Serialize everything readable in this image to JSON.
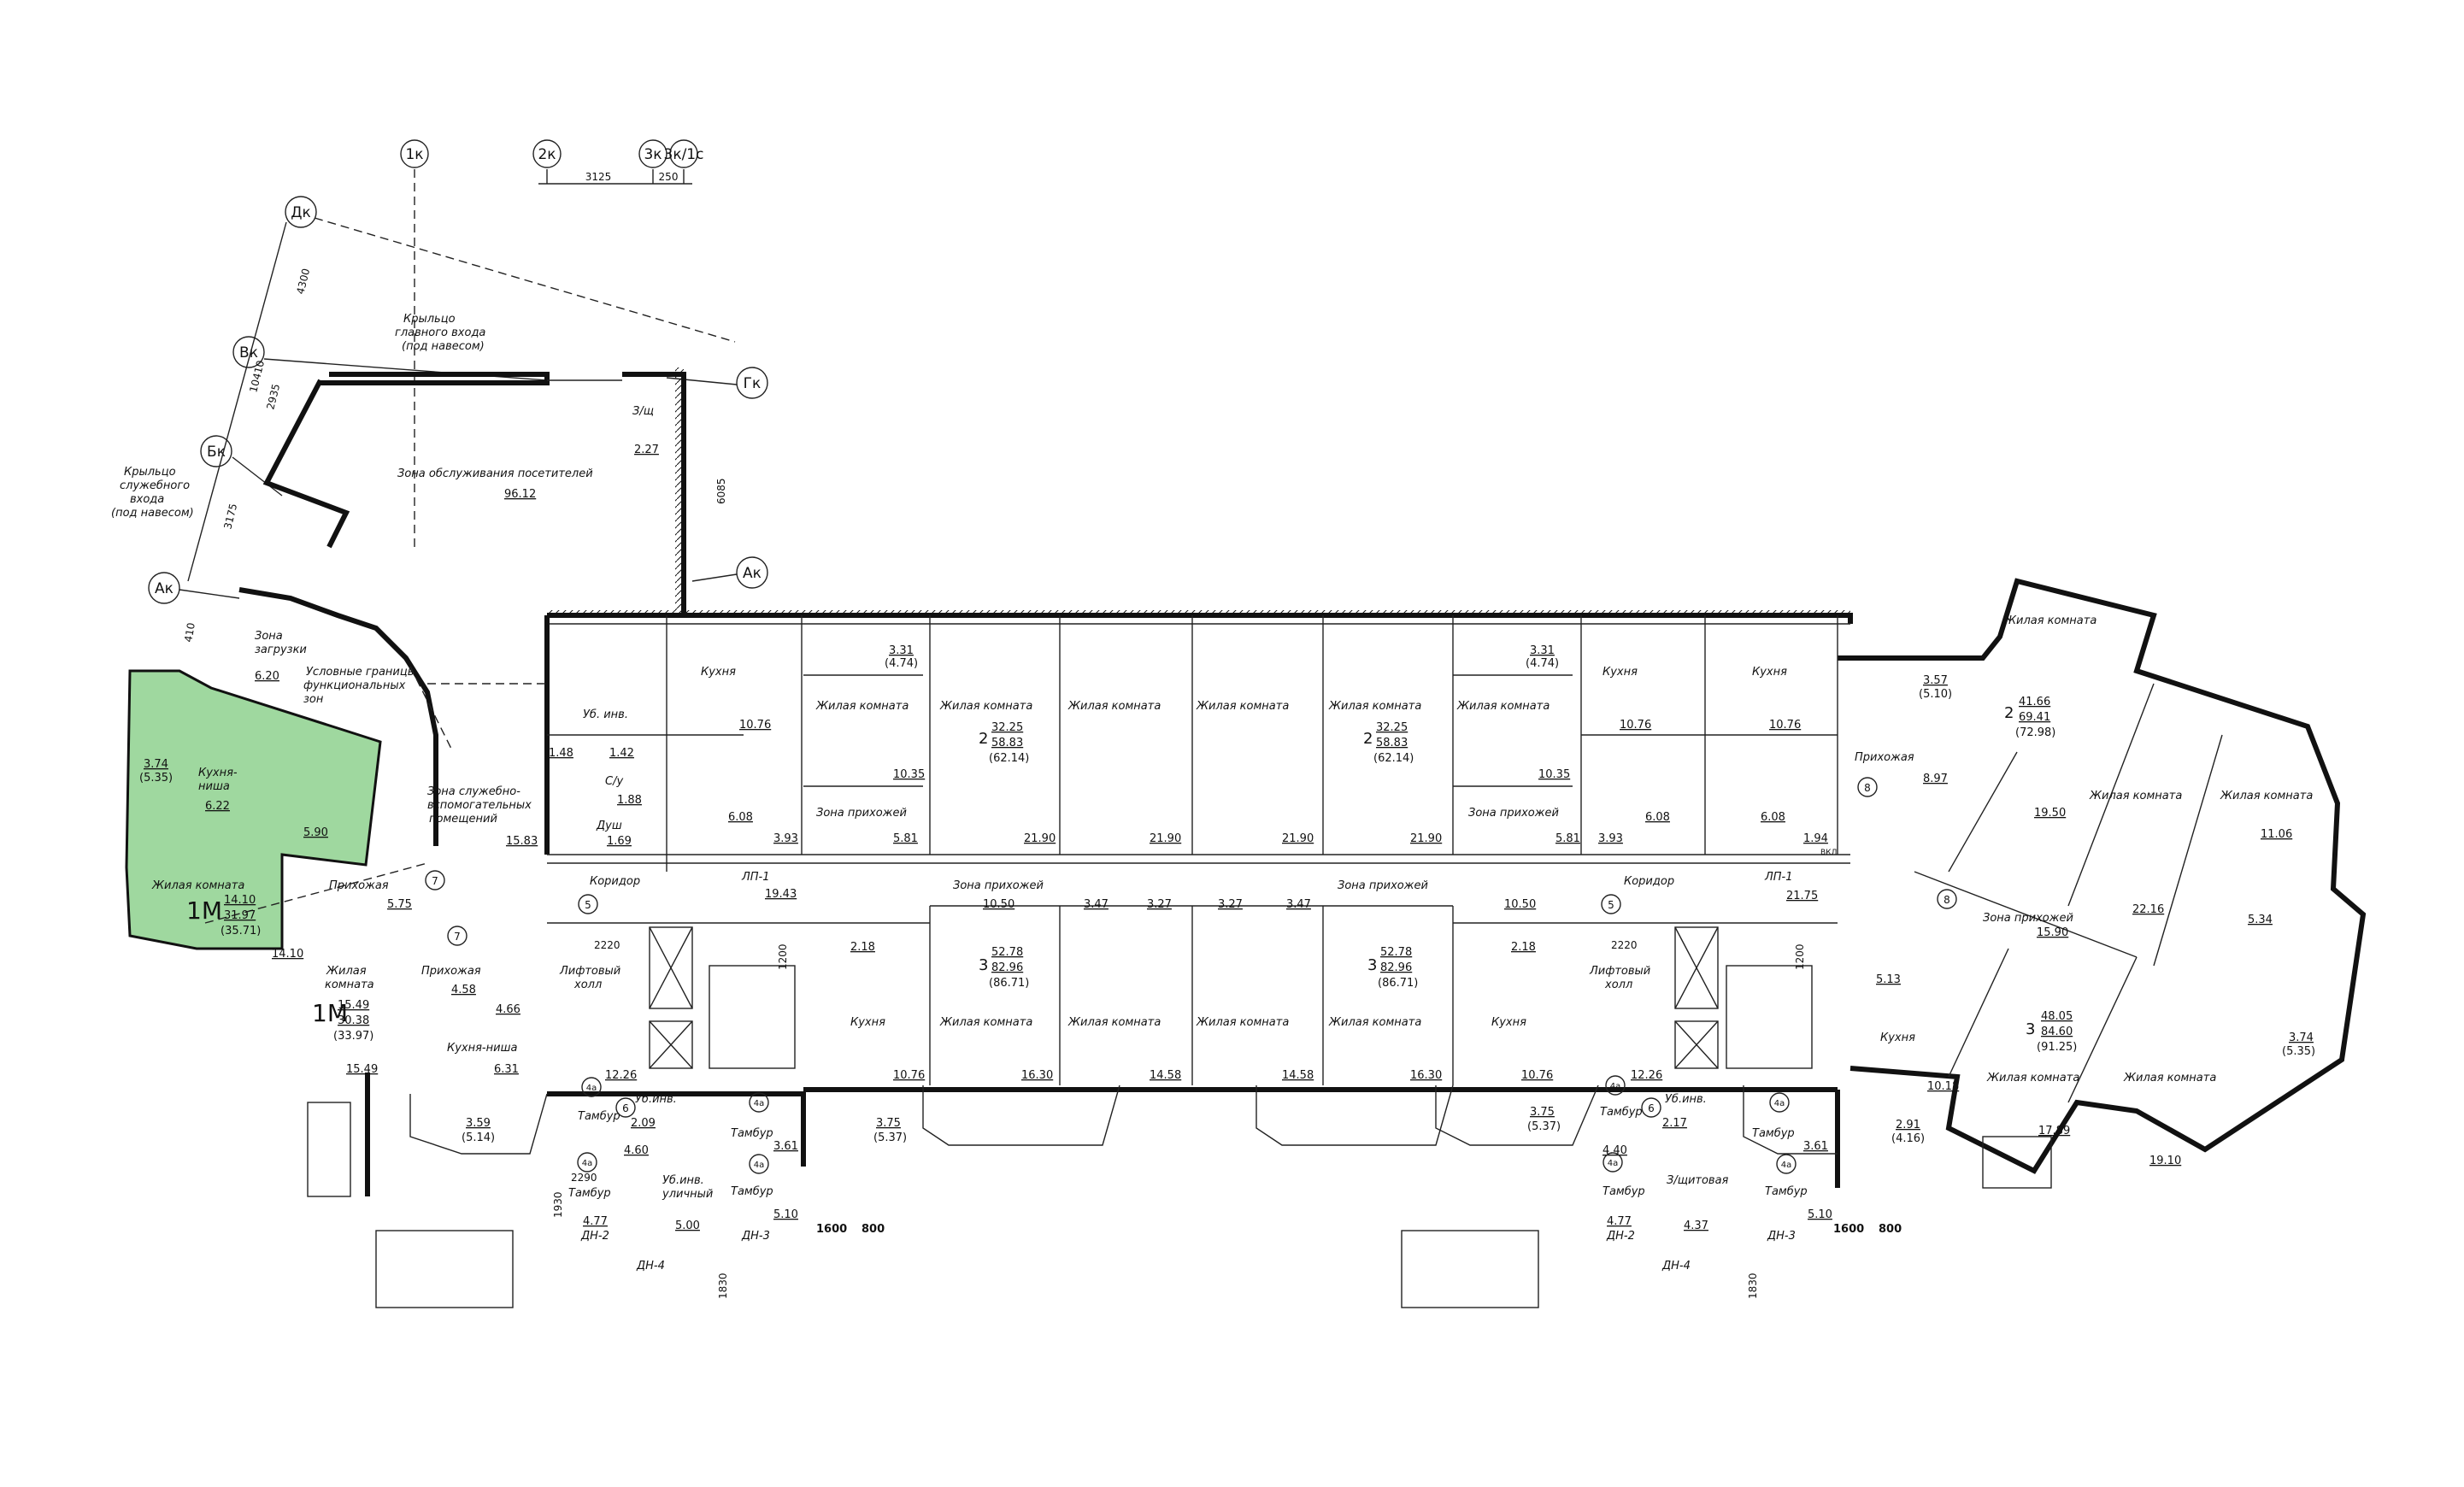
{
  "highlight_color": "#9fd89f",
  "axes": {
    "a1k": "1к",
    "a2k": "2к",
    "a3k": "3к",
    "a31": "3к/1с",
    "ak_top": "Дк",
    "vk": "Вк",
    "bk": "Бк",
    "ak": "Ак",
    "gk": "Гк",
    "ak2": "Ак",
    "n7a": "7",
    "n7b": "7",
    "n5a": "5",
    "n5b": "5",
    "n6a": "6",
    "n6b": "6",
    "n8": "8",
    "n8b": "8",
    "n4a": "4а",
    "n4b": "4а",
    "n4c": "4а",
    "n4d": "4а",
    "n4e": "4а",
    "n4f": "4а",
    "n4g": "4а",
    "n4h": "4а"
  },
  "dims": {
    "d3125": "3125",
    "d250": "250",
    "d4300": "4300",
    "d10410": "10410",
    "d2935": "2935",
    "d3175": "3175",
    "d6085": "6085",
    "d410": "410",
    "d2220a": "2220",
    "d2220b": "2220",
    "d1200a": "1200",
    "d1200b": "1200",
    "d1600a": "1600",
    "d800a": "800",
    "d1600b": "1600",
    "d800b": "800",
    "d2290": "2290",
    "d1930": "1930",
    "d1830a": "1830",
    "d1830b": "1830"
  },
  "left_wing": {
    "porch_main": [
      "Крыльцо",
      "главного входа",
      "(под навесом)"
    ],
    "porch_service": [
      "Крыльцо",
      "служебного",
      "входа",
      "(под навесом)"
    ],
    "zone_visitors": "Зона обслуживания посетителей",
    "zone_visitors_area": "96.12",
    "zu": "З/щ",
    "zu_area": "2.27",
    "loading": [
      "Зона",
      "загрузки"
    ],
    "loading_area": "6.20",
    "func": [
      "Условные границы",
      "функциональных",
      "зон"
    ],
    "service_rooms": [
      "Зона служебно-",
      "вспомогательных",
      "помещений"
    ],
    "service_area": "15.83",
    "ub_inv": "Уб. инв.",
    "cu": "С/у",
    "dush": "Душ",
    "a148": "1.48",
    "a142": "1.42",
    "a188": "1.88",
    "a169": "1.69",
    "kitchen_niche": [
      "Кухня-",
      "ниша"
    ],
    "a374": "3.74",
    "a535": "(5.35)",
    "a622": "6.22",
    "a590": "5.90",
    "living": "Жилая комната",
    "hallway": "Прихожая",
    "a575": "5.75",
    "apt1_type": "1М",
    "apt1_living": "14.10",
    "apt1_total": "31.97",
    "apt1_full": "(35.71)",
    "a1410": "14.10",
    "living2": [
      "Жилая",
      "комната"
    ],
    "apt2_type": "1М",
    "apt2_living": "15.49",
    "apt2_total": "30.38",
    "apt2_full": "(33.97)",
    "a458": "4.58",
    "a466": "4.66",
    "a1549": "15.49",
    "a631": "6.31",
    "kitchen_niche2": "Кухня-ниша",
    "lift_hall": [
      "Лифтовый",
      "холл"
    ],
    "corridor": "Коридор",
    "lp1": "ЛП-1",
    "a1943": "19.43",
    "ub_inv2": "Уб.инв.",
    "tambur": "Тамбур",
    "a1226": "12.26",
    "a209": "2.09",
    "a359": "3.59",
    "a514": "(5.14)",
    "a460": "4.60",
    "a361": "3.61",
    "ub_street": [
      "Уб.инв.",
      "уличный"
    ],
    "a477": "4.77",
    "a500": "5.00",
    "a510": "5.10",
    "dn2": "ДН-2",
    "dn3": "ДН-3",
    "dn4": "ДН-4"
  },
  "center_rooms": {
    "kitchen": "Кухня",
    "living": "Жилая комната",
    "zone_hall": "Зона прихожей",
    "a1076": "10.76",
    "a331": "3.31",
    "a474": "(4.74)",
    "a1035": "10.35",
    "a608": "6.08",
    "a393": "3.93",
    "a581": "5.81",
    "a2190": "21.90",
    "apt_a_type": "2",
    "apt_a_living": "32.25",
    "apt_a_total": "58.83",
    "apt_a_full": "(62.14)",
    "apt_b_type": "3",
    "apt_b_living": "52.78",
    "apt_b_total": "82.96",
    "apt_b_full": "(86.71)",
    "a1050": "10.50",
    "a347": "3.47",
    "a327": "3.27",
    "a218": "2.18",
    "a1630": "16.30",
    "a1458": "14.58",
    "a375": "3.75",
    "a537": "(5.37)",
    "vkl": "ВКЛ"
  },
  "right_wing": {
    "zu2": "З/щитовая",
    "a437": "4.37",
    "a440": "4.40",
    "a217": "2.17",
    "a2175": "21.75",
    "a194": "1.94",
    "a357": "3.57",
    "a510b": "(5.10)",
    "hallway": "Прихожая",
    "a897": "8.97",
    "apt_c_type": "2",
    "apt_c_living": "41.66",
    "apt_c_total": "69.41",
    "apt_c_full": "(72.98)",
    "a1950": "19.50",
    "a2216": "22.16",
    "a1106": "11.06",
    "a534": "5.34",
    "a1590": "15.90",
    "a513": "5.13",
    "kitchen": "Кухня",
    "a1018": "10.18",
    "a291": "2.91",
    "a416": "(4.16)",
    "apt_d_type": "3",
    "apt_d_living": "48.05",
    "apt_d_total": "84.60",
    "apt_d_full": "(91.25)",
    "a1789": "17.89",
    "a1910": "19.10",
    "a374b": "3.74",
    "a535b": "(5.35)"
  }
}
